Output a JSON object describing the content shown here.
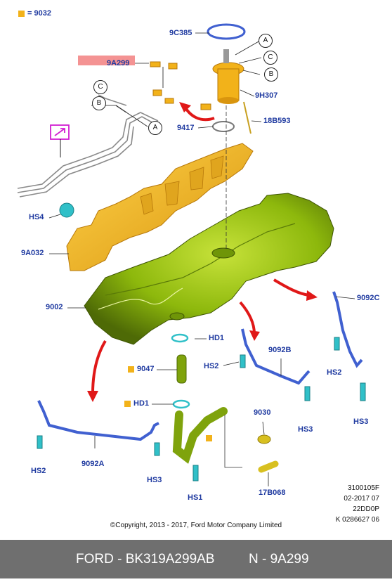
{
  "legend": {
    "swatch_color": "#f2b21a",
    "text": "= 9032"
  },
  "labels": {
    "l9C385": "9C385",
    "l9A299": "9A299",
    "l9H307": "9H307",
    "l9417": "9417",
    "l18B593": "18B593",
    "lHS4": "HS4",
    "l9A032": "9A032",
    "l9002": "9002",
    "l9092C": "9092C",
    "lHD1a": "HD1",
    "l9047": "9047",
    "lHD1b": "HD1",
    "lHS2a": "HS2",
    "l9092B": "9092B",
    "l9030": "9030",
    "lHS2b": "HS2",
    "lHS3a": "HS3",
    "lHS3b": "HS3",
    "l9092A": "9092A",
    "lHS2c": "HS2",
    "lHS3c": "HS3",
    "lHS1": "HS1",
    "l17B068": "17B068"
  },
  "callouts": {
    "A1": "A",
    "C1": "C",
    "B1": "B",
    "C2": "C",
    "B2": "B",
    "A2": "A"
  },
  "info": {
    "line1": "3100105F",
    "line2": "02-2017 07",
    "line3": "22DD0P",
    "line4": "K 0286627 06"
  },
  "copyright": "©Copyright, 2013 - 2017, Ford Motor Company Limited",
  "footer": {
    "brand_part": "FORD - BK319A299AB",
    "name": "N - 9A299"
  },
  "colors": {
    "label_blue": "#1f3aa0",
    "tank_green": "#8db80c",
    "shield_yellow": "#f2b21a",
    "strap_blue": "#4060d0",
    "bolt_cyan": "#30c0c8",
    "arrow_red": "#e01818",
    "highlight": "#f49393",
    "footer_bg": "#6f6f6f"
  }
}
